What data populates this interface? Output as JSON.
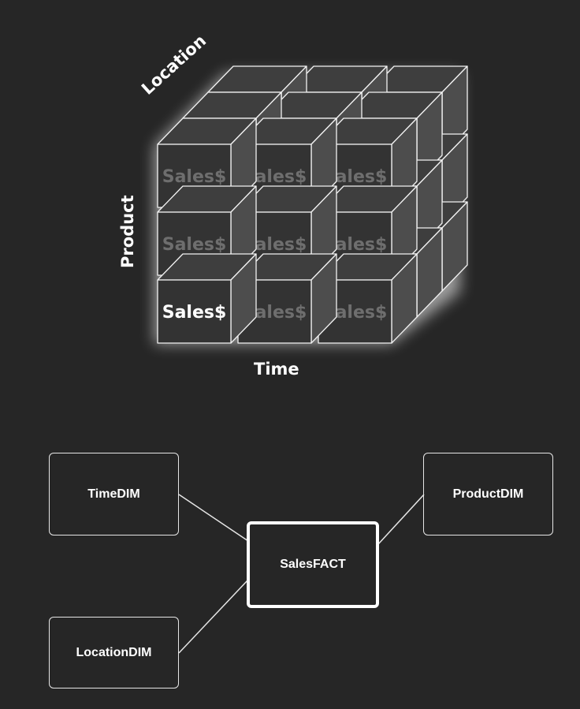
{
  "cube": {
    "axis_location": "Location",
    "axis_product": "Product",
    "axis_time": "Time",
    "cell_text": "Sales$",
    "highlight_cell": {
      "row": 2,
      "col": 0
    },
    "colors": {
      "face_front": "#333333",
      "face_top": "#3e3e3e",
      "face_side": "#4d4d4d",
      "edge": "#f2f2f2",
      "dim_text": "#6e6e6e",
      "bright_text": "#ffffff",
      "glow": "#ffffff"
    }
  },
  "schema": {
    "fact": "SalesFACT",
    "dims": {
      "time": "TimeDIM",
      "product": "ProductDIM",
      "location": "LocationDIM"
    }
  }
}
